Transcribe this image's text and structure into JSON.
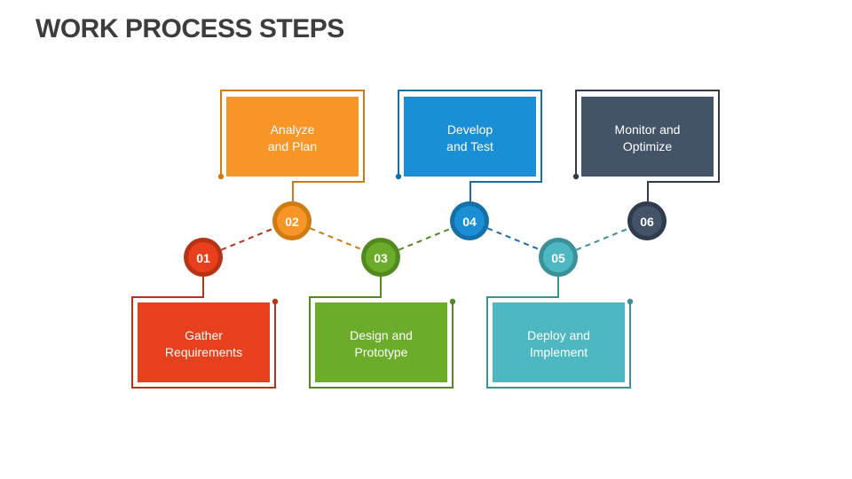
{
  "title": "WORK PROCESS STEPS",
  "steps": [
    {
      "number": "01",
      "label_lines": [
        "Gather",
        "Requirements"
      ],
      "position": "bottom",
      "color": "#e8401c",
      "dark": "#b83216"
    },
    {
      "number": "02",
      "label_lines": [
        "Analyze",
        "and Plan"
      ],
      "position": "top",
      "color": "#f79527",
      "dark": "#d07a12"
    },
    {
      "number": "03",
      "label_lines": [
        "Design and",
        "Prototype"
      ],
      "position": "bottom",
      "color": "#6bad2a",
      "dark": "#528a20"
    },
    {
      "number": "04",
      "label_lines": [
        "Develop",
        "and Test"
      ],
      "position": "top",
      "color": "#1b8fd6",
      "dark": "#166fa8"
    },
    {
      "number": "05",
      "label_lines": [
        "Deploy and",
        "Implement"
      ],
      "position": "bottom",
      "color": "#4db8c2",
      "dark": "#3a9199"
    },
    {
      "number": "06",
      "label_lines": [
        "Monitor and",
        "Optimize"
      ],
      "position": "top",
      "color": "#435368",
      "dark": "#2f3c4d"
    }
  ]
}
